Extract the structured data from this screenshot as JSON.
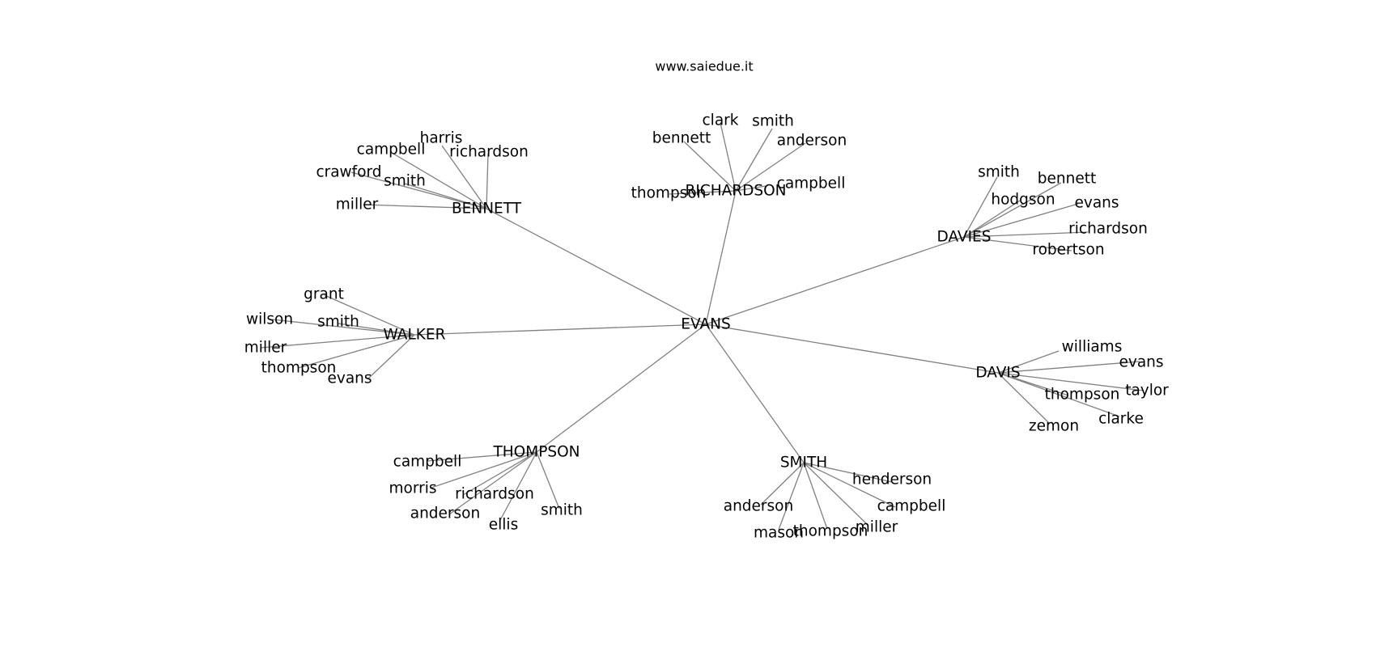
{
  "site_title": "www.saiedue.it",
  "edge_color": "#808080",
  "text_color": "#000000",
  "root": {
    "name": "EVANS",
    "groups": [
      {
        "name": "RICHARDSON",
        "children": [
          "clark",
          "smith",
          "bennett",
          "anderson",
          "campbell",
          "thompson"
        ]
      },
      {
        "name": "BENNETT",
        "children": [
          "harris",
          "campbell",
          "richardson",
          "crawford",
          "smith",
          "miller"
        ]
      },
      {
        "name": "DAVIES",
        "children": [
          "smith",
          "bennett",
          "hodgson",
          "evans",
          "richardson",
          "robertson"
        ]
      },
      {
        "name": "WALKER",
        "children": [
          "grant",
          "wilson",
          "smith",
          "miller",
          "thompson",
          "evans"
        ]
      },
      {
        "name": "DAVIS",
        "children": [
          "williams",
          "evans",
          "taylor",
          "thompson",
          "clarke",
          "zemon"
        ]
      },
      {
        "name": "THOMPSON",
        "children": [
          "campbell",
          "morris",
          "richardson",
          "anderson",
          "ellis",
          "smith"
        ]
      },
      {
        "name": "SMITH",
        "children": [
          "henderson",
          "anderson",
          "campbell",
          "mason",
          "thompson",
          "miller"
        ]
      }
    ]
  }
}
